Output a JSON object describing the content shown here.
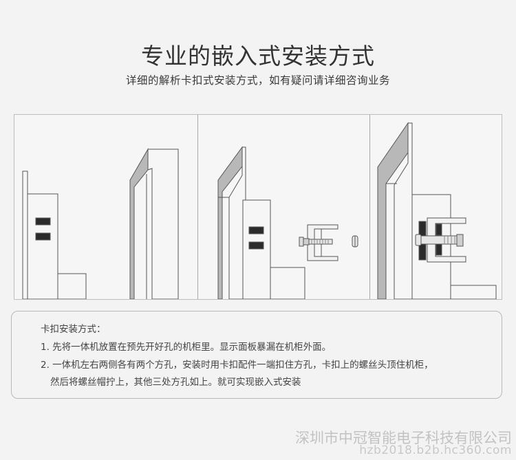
{
  "header": {
    "title": "专业的嵌入式安装方式",
    "subtitle": "详细的解析卡扣式安装方式，如有疑问请详细咨询业务"
  },
  "illustration": {
    "panels": [
      "panel-cabinet-opening",
      "panel-clip-and-screw",
      "panel-installed-clip"
    ],
    "colors": {
      "outline": "#555555",
      "panel_fill": "#b8b8b8",
      "hole_fill": "#2b2b2b",
      "background": "#f6f6f6"
    }
  },
  "notes": {
    "heading": "卡扣安装方式：",
    "step1": "1. 先将一体机放置在预先开好孔的机柜里。显示面板暴漏在机柜外面。",
    "step2_line1": "2. 一体机左右两侧各有两个方孔，安装时用卡扣配件一端扣住方孔，卡扣上的螺丝头顶住机柜，",
    "step2_line2": "然后将螺丝帽拧上，其他三处方孔如上。就可实现嵌入式安装"
  },
  "footer": {
    "company": "深圳市中冠智能电子科技有限公司",
    "watermark": "hzb2018.b2b.hc360.com"
  }
}
